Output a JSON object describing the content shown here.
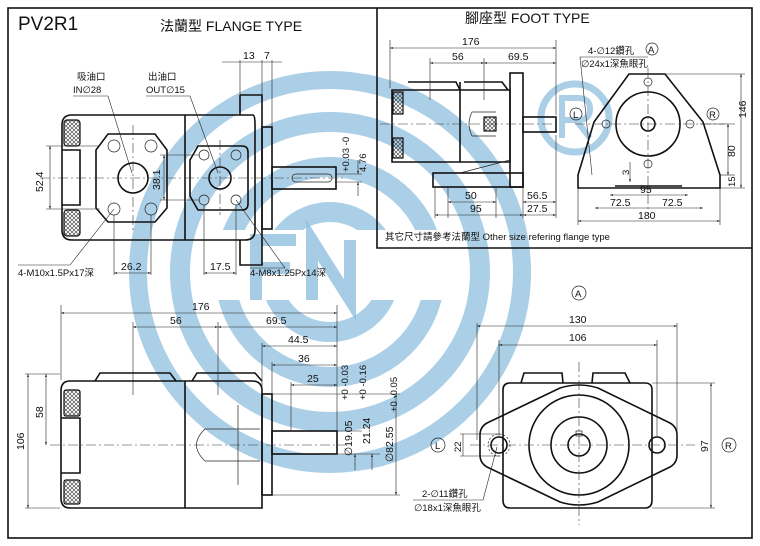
{
  "title": "PV2R1",
  "flange": {
    "header": "法蘭型  FLANGE TYPE",
    "inlet_cn": "吸油口",
    "inlet": "IN∅28",
    "outlet_cn": "出油口",
    "outlet": "OUT∅15",
    "d13": "13",
    "d7": "7",
    "d52_4": "52.4",
    "d38_1": "38.1",
    "key": "4.76",
    "key_tol": "+0.03 -0",
    "bolts_in": "4-M10x1.5Px17深",
    "bolts_out": "4-M8x1.25Px14深",
    "d26_2": "26.2",
    "d17_5": "17.5"
  },
  "foot": {
    "header": "腳座型  FOOT TYPE",
    "d176": "176",
    "d56": "56",
    "d69_5": "69.5",
    "d50": "50",
    "d95": "95",
    "d56_5": "56.5",
    "d27_5": "27.5",
    "holes": "4-∅12鑽孔",
    "counterbore": "∅24x1深魚眼孔",
    "a": "A",
    "l": "L",
    "r": "R",
    "d146": "146",
    "d80": "80",
    "d15": "15",
    "d3": "3",
    "d95b": "95",
    "d72_5a": "72.5",
    "d72_5b": "72.5",
    "d180": "180",
    "note": "其它尺寸請參考法蘭型   Other size refering flange type"
  },
  "side": {
    "d176": "176",
    "d56": "56",
    "d69_5": "69.5",
    "d44_5": "44.5",
    "d36": "36",
    "d25": "25",
    "d58": "58",
    "d106": "106",
    "shaft": "∅19.05",
    "shaft_tol": "+0 -0.03",
    "d21_24": "21.24",
    "d21_tol": "+0 -0.16",
    "pilot": "∅82.55",
    "pilot_tol": "+0 -0.05"
  },
  "front": {
    "a": "A",
    "l": "L",
    "r": "R",
    "d130": "130",
    "d106": "106",
    "d97": "97",
    "d22": "22",
    "holes": "2-∅11鑽孔",
    "counterbore": "∅18x1深魚眼孔"
  },
  "colors": {
    "watermark": "#8fbfdd",
    "line": "#111111"
  }
}
